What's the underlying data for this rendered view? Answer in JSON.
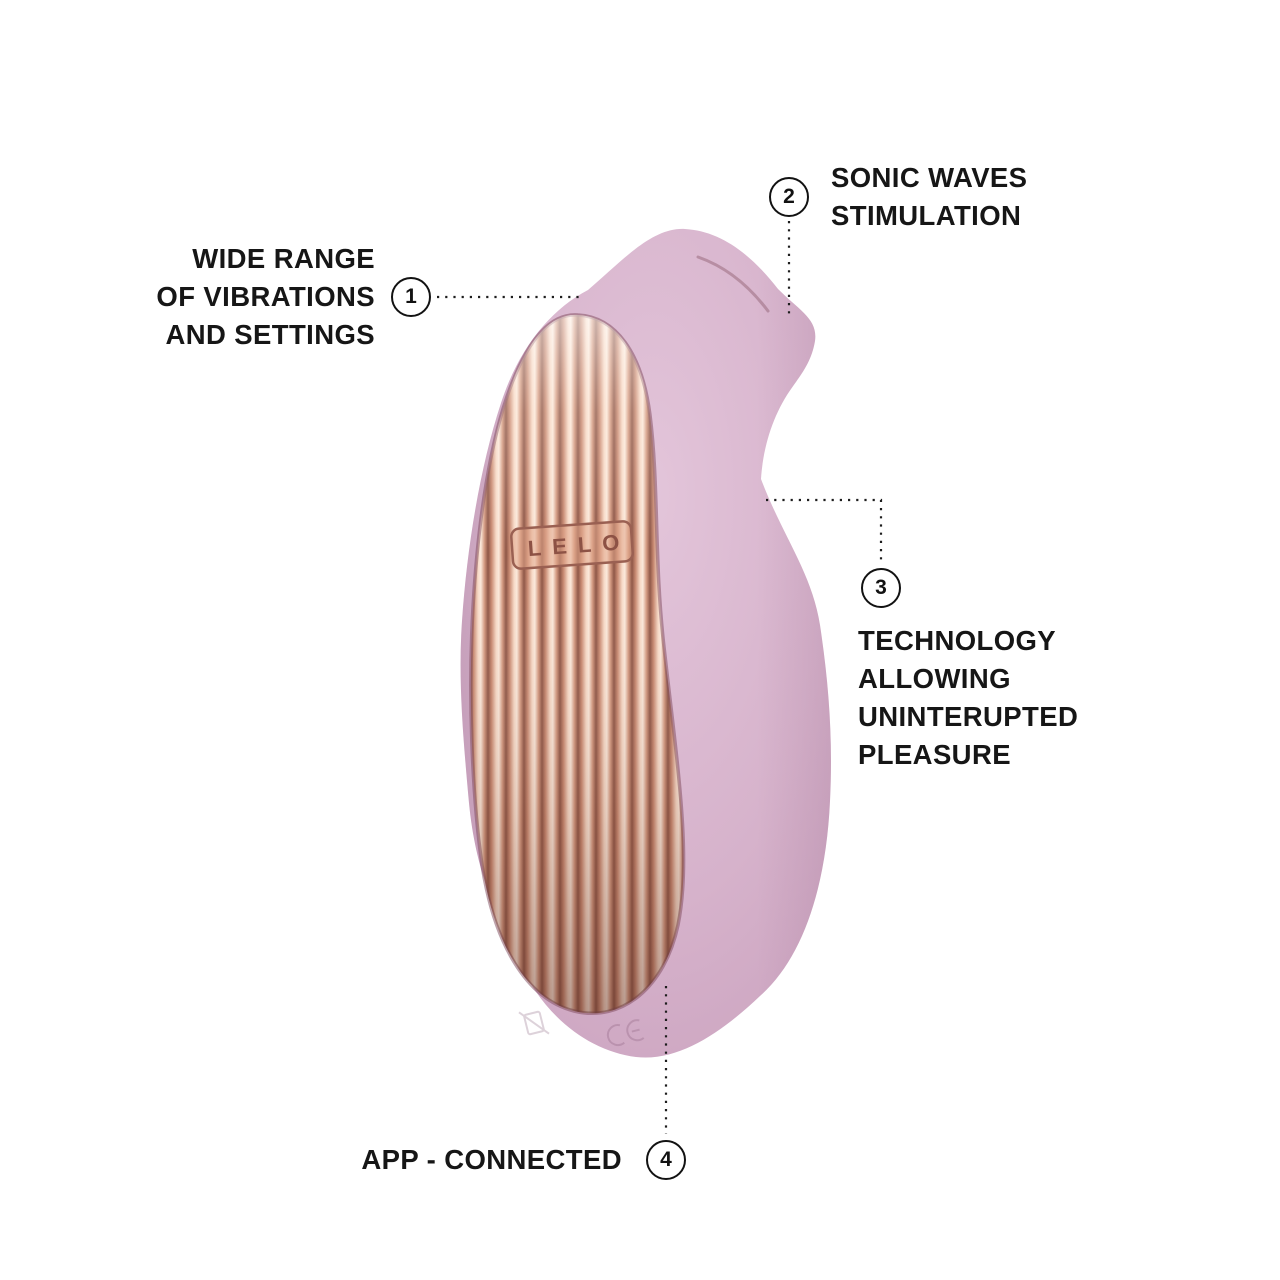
{
  "page": {
    "background": "#ffffff"
  },
  "product": {
    "brand": "LELO",
    "logo_text": "LELO",
    "type": "sonic-massager-illustration"
  },
  "colors": {
    "text": "#161616",
    "connector_line": "#1d1d1d",
    "body_lilac": "#d6b2cb",
    "body_lilac_dark": "#c79ebb",
    "panel_gold_light": "#fbe9db",
    "panel_gold_mid": "#f7d9c6",
    "panel_gold_dark": "#8e5646"
  },
  "callouts": [
    {
      "number": "1",
      "label": "WIDE RANGE\nOF VIBRATIONS\nAND SETTINGS"
    },
    {
      "number": "2",
      "label": "SONIC WAVES\nSTIMULATION"
    },
    {
      "number": "3",
      "label": "TECHNOLOGY\nALLOWING\nUNINTERUPTED\nPLEASURE"
    },
    {
      "number": "4",
      "label": "APP - CONNECTED"
    }
  ]
}
